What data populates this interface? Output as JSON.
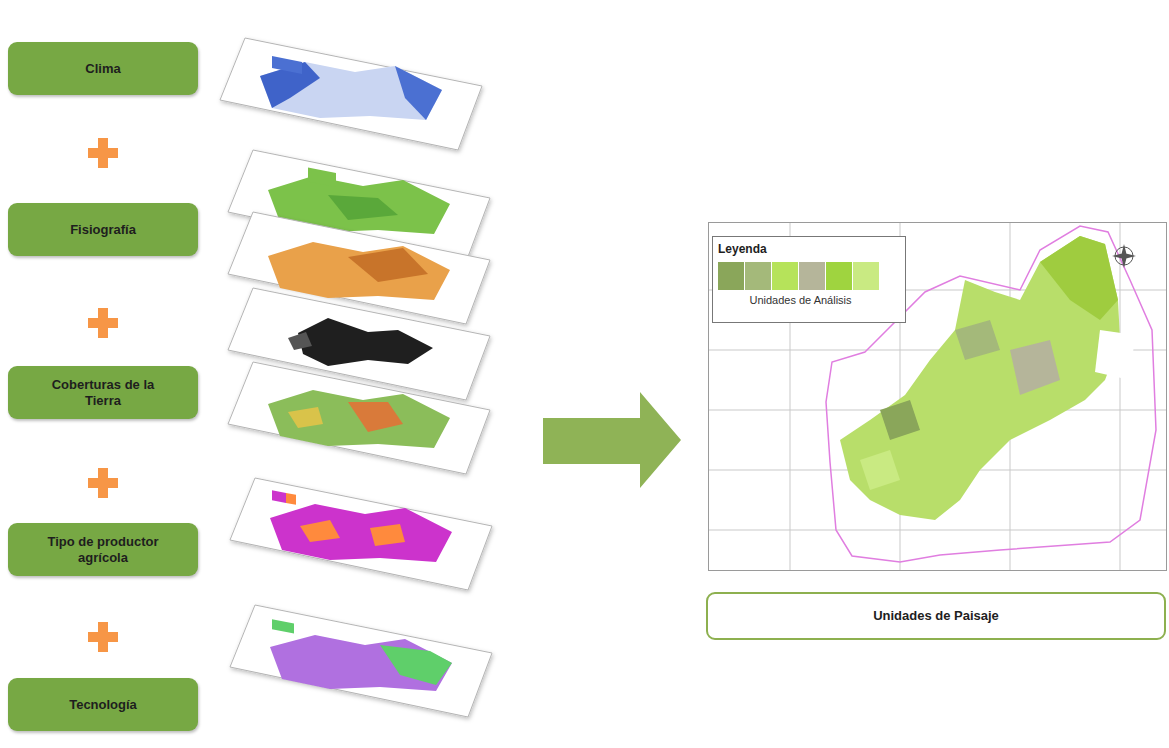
{
  "diagram": {
    "nodes": [
      {
        "text": [
          "Clima"
        ]
      },
      {
        "text": [
          "Fisiografía"
        ]
      },
      {
        "text": [
          "Coberturas de la Tierra"
        ]
      },
      {
        "text": [
          "Tipo de productor agrícola"
        ]
      },
      {
        "text": [
          "Tecnología"
        ]
      },
      {
        "text": [
          "Unidades de Paisaje"
        ]
      }
    ],
    "labels": [
      "Leyenda"
    ],
    "legend": [
      {
        "text": "Unidades de Análisis",
        "color": "#8aa65a"
      }
    ]
  }
}
